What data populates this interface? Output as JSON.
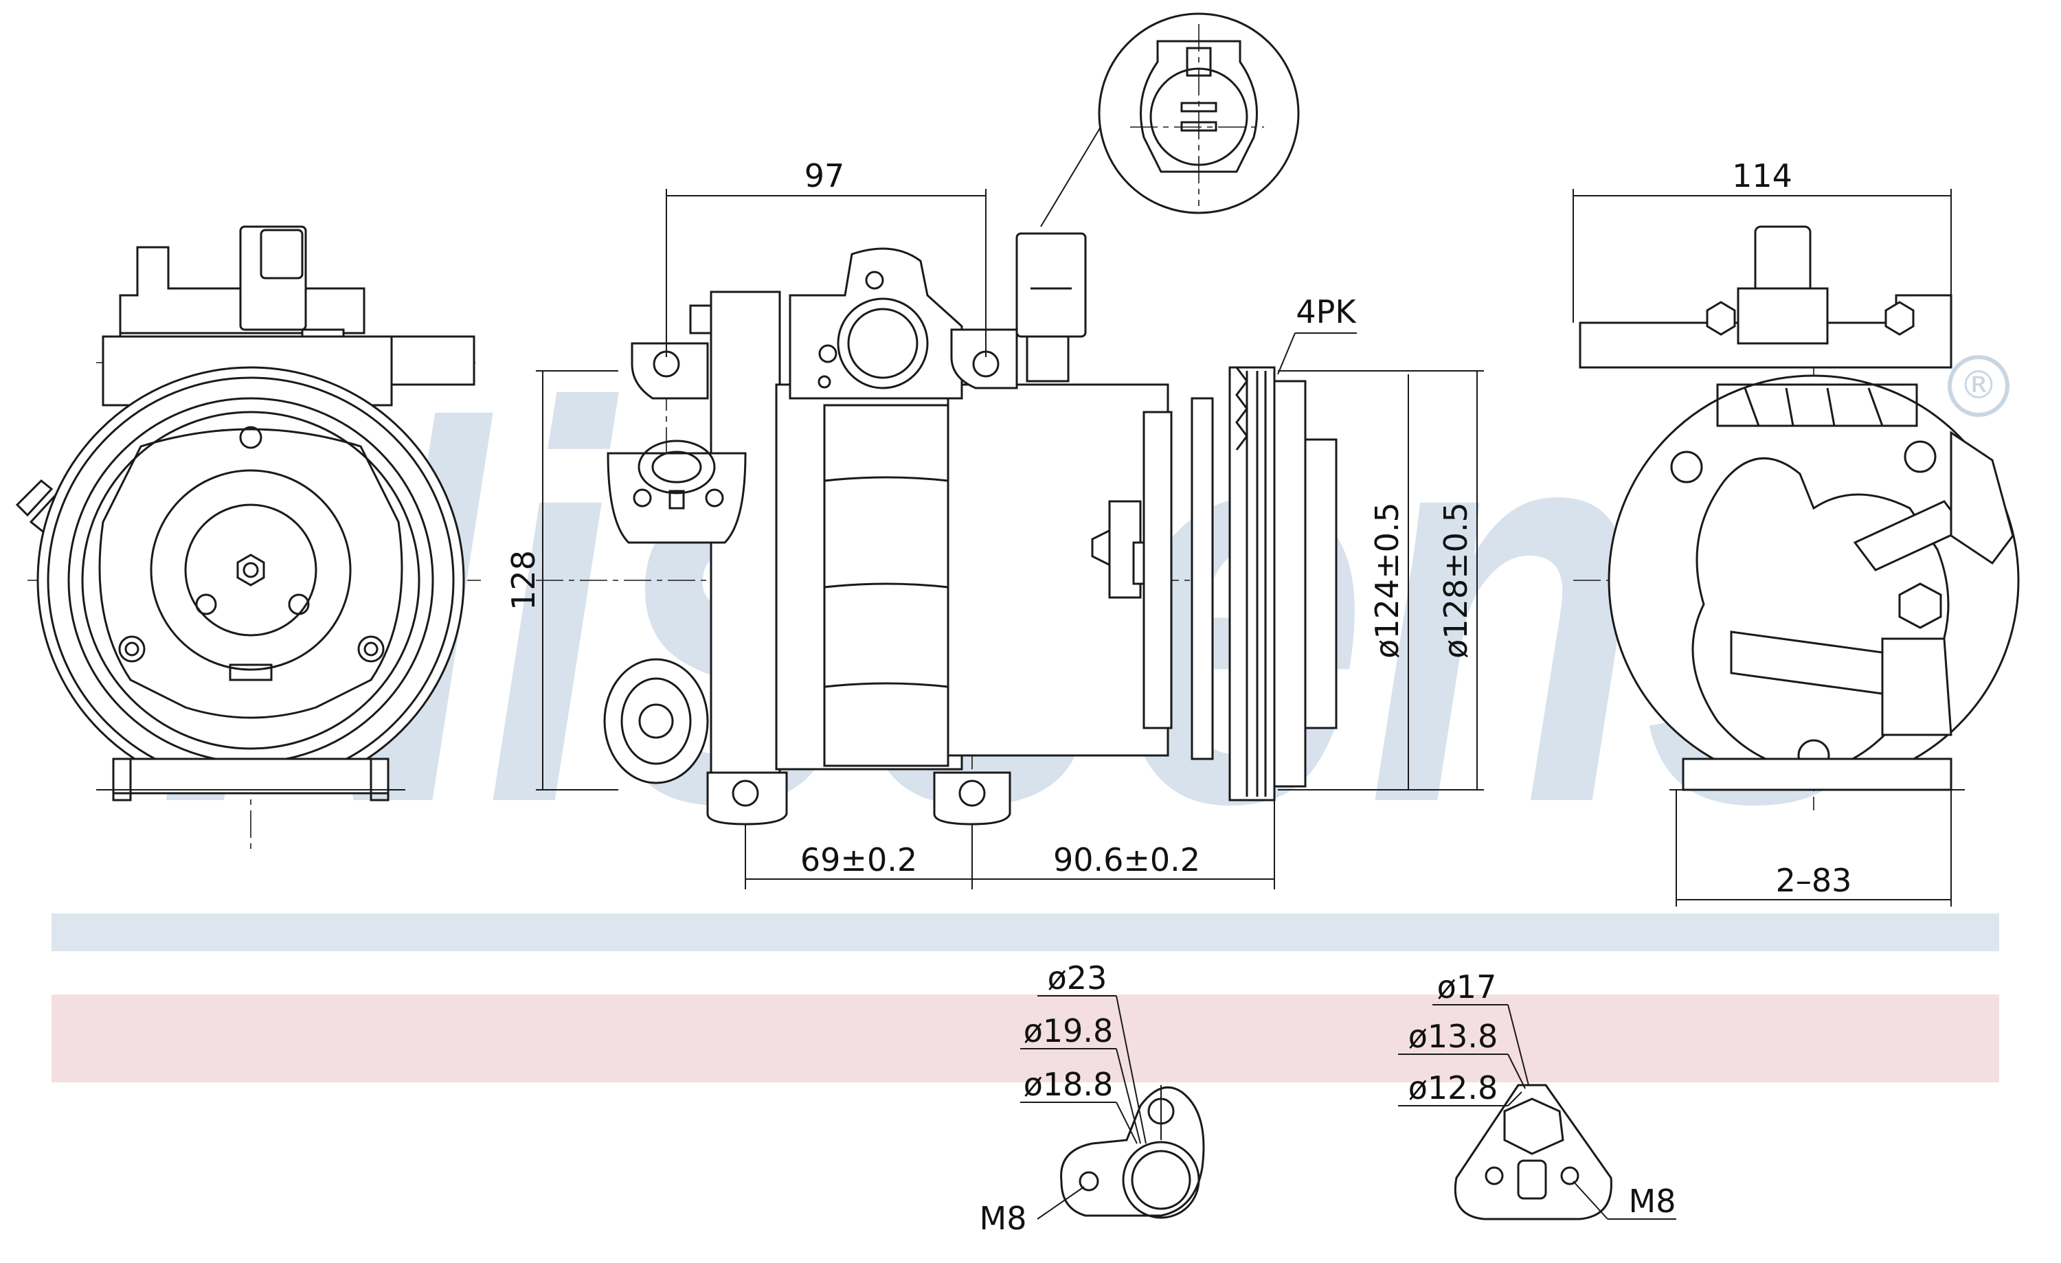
{
  "brand": {
    "watermark": "Nissens",
    "registered_mark": "®",
    "colors": {
      "watermark": "#d7e2ec",
      "blue_band": "#dde6ee",
      "pink_band": "#f3dfe2",
      "line": "#1a1a1a"
    }
  },
  "dimensions": {
    "top_width": "97",
    "height_left": "128",
    "pulley_grooves": "4PK",
    "dia_124": "ø124±0.5",
    "dia_128": "ø128±0.5",
    "mount_69": "69±0.2",
    "mount_90": "90.6±0.2",
    "rear_width": "114",
    "rear_holes": "2–83"
  },
  "ports": {
    "left": {
      "d1": "ø23",
      "d2": "ø19.8",
      "d3": "ø18.8",
      "thread": "M8"
    },
    "right": {
      "d1": "ø17",
      "d2": "ø13.8",
      "d3": "ø12.8",
      "thread": "M8"
    }
  }
}
